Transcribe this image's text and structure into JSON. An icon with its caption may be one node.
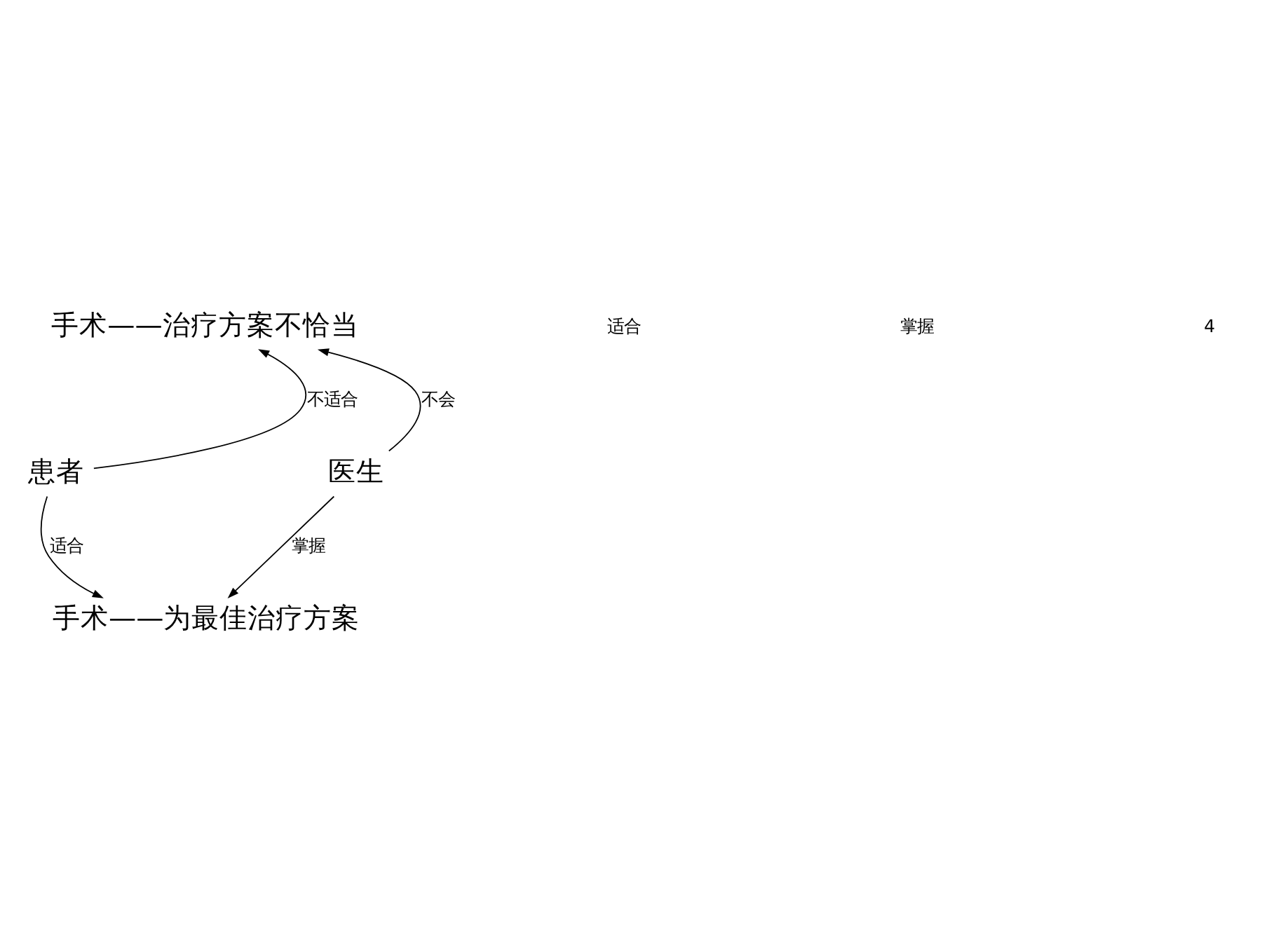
{
  "diagram": {
    "nodes": [
      {
        "text": [
          "手术——治疗方案不恰当"
        ]
      },
      {
        "text": [
          "患者"
        ]
      },
      {
        "text": [
          "医生"
        ]
      },
      {
        "text": [
          "手术——为最佳治疗方案"
        ]
      }
    ],
    "edges": [
      {
        "from": 1,
        "to": 0,
        "arrow": "to",
        "label": "不适合"
      },
      {
        "from": 2,
        "to": 0,
        "arrow": "to",
        "label": "不会"
      },
      {
        "from": 1,
        "to": 3,
        "arrow": "to",
        "label": "适合"
      },
      {
        "from": 2,
        "to": 3,
        "arrow": "to",
        "label": "掌握"
      }
    ],
    "labels": [
      "适合",
      "掌握",
      "4"
    ]
  }
}
